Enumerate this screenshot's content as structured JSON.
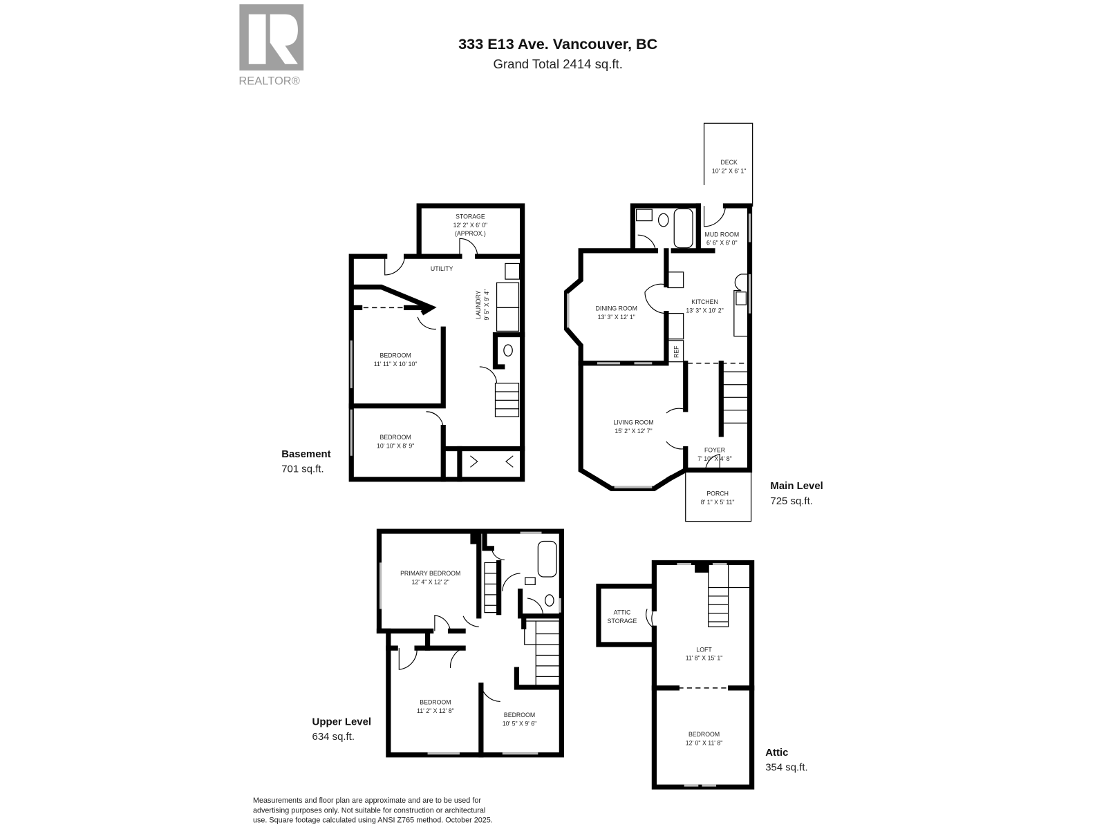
{
  "header": {
    "logo_text": "REALTOR®",
    "address": "333 E13 Ave. Vancouver, BC",
    "grand_total": "Grand Total  2414 sq.ft."
  },
  "levels": {
    "basement": {
      "name": "Basement",
      "area": "701 sq.ft.",
      "rooms": {
        "storage": {
          "name": "STORAGE",
          "dims": "12' 2\" X 6' 0\"",
          "note": "(APPROX.)"
        },
        "utility": {
          "name": "UTILITY"
        },
        "laundry": {
          "name": "LAUNDRY",
          "dims": "9' 5\" X 9' 4\""
        },
        "bedroom1": {
          "name": "BEDROOM",
          "dims": "11' 11\" X 10' 10\""
        },
        "bedroom2": {
          "name": "BEDROOM",
          "dims": "10' 10\" X 8' 9\""
        }
      }
    },
    "main": {
      "name": "Main Level",
      "area": "725 sq.ft.",
      "rooms": {
        "deck": {
          "name": "DECK",
          "dims": "10' 2\" X 6' 1\""
        },
        "mud_room": {
          "name": "MUD ROOM",
          "dims": "6' 6\" X 6' 0\""
        },
        "kitchen": {
          "name": "KITCHEN",
          "dims": "13' 3\" X 10' 2\""
        },
        "dining_room": {
          "name": "DINING ROOM",
          "dims": "13' 3\" X 12' 1\""
        },
        "ref": {
          "name": "REF"
        },
        "living_room": {
          "name": "LIVING ROOM",
          "dims": "15' 2\" X 12' 7\""
        },
        "foyer": {
          "name": "FOYER",
          "dims": "7' 10\" X 4' 8\""
        },
        "porch": {
          "name": "PORCH",
          "dims": "8' 1\" X 5' 11\""
        }
      }
    },
    "upper": {
      "name": "Upper Level",
      "area": "634 sq.ft.",
      "rooms": {
        "primary_bedroom": {
          "name": "PRIMARY BEDROOM",
          "dims": "12' 4\" X 12' 2\""
        },
        "bedroom1": {
          "name": "BEDROOM",
          "dims": "11' 2\" X 12' 8\""
        },
        "bedroom2": {
          "name": "BEDROOM",
          "dims": "10' 5\" X 9' 6\""
        }
      }
    },
    "attic": {
      "name": "Attic",
      "area": "354 sq.ft.",
      "rooms": {
        "attic_storage": {
          "name": "ATTIC",
          "name2": "STORAGE"
        },
        "loft": {
          "name": "LOFT",
          "dims": "11' 8\" X 15' 1\""
        },
        "bedroom": {
          "name": "BEDROOM",
          "dims": "12' 0\" X 11' 8\""
        }
      }
    }
  },
  "disclaimer": {
    "line1": "Measurements and floor plan are approximate and are to be used for",
    "line2": "advertising purposes only. Not suitable for construction or architectural",
    "line3": "use. Square footage calculated using ANSI Z765 method. October 2025."
  }
}
